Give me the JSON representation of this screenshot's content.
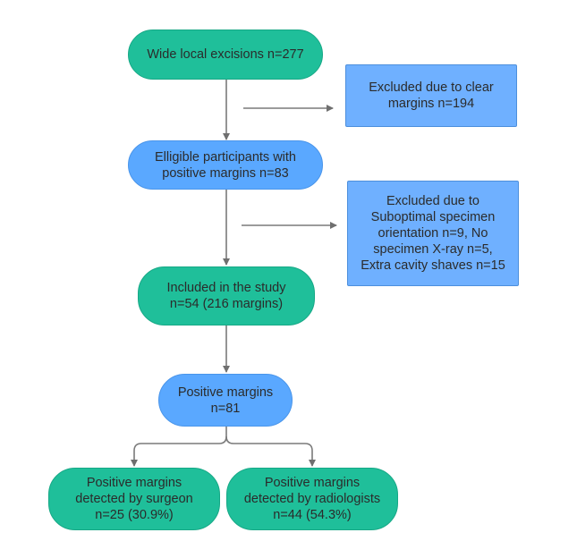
{
  "flowchart": {
    "wide_local_excisions": [
      "Wide local excisions n=277"
    ],
    "excluded_clear": [
      "Excluded due to clear",
      "margins n=194"
    ],
    "eligible": [
      "Elligible participants with",
      "positive margins n=83"
    ],
    "excluded_other": [
      "Excluded due to",
      "Suboptimal specimen",
      "orientation n=9, No",
      "specimen X-ray n=5,",
      "Extra cavity shaves n=15"
    ],
    "included": [
      "Included in the study",
      "n=54 (216 margins)"
    ],
    "positive_margins": [
      "Positive margins",
      "n=81"
    ],
    "surgeon": [
      "Positive margins",
      "detected by surgeon",
      "n=25 (30.9%)"
    ],
    "radiologists": [
      "Positive margins",
      "detected by radiologists",
      "n=44 (54.3%)"
    ]
  },
  "colors": {
    "green": "#1fbf9a",
    "blue_pill": "#5aa8ff",
    "blue_box": "#6fb0ff",
    "arrow": "#7a7a7a"
  }
}
